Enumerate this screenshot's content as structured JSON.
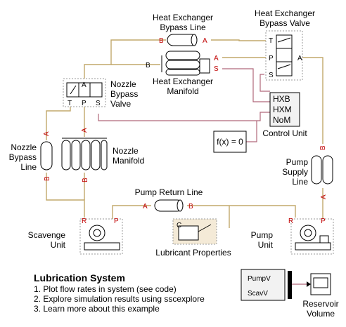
{
  "blocks": {
    "hx_bypass_line": {
      "line1": "Heat Exchanger",
      "line2": "Bypass Line",
      "portA": "A",
      "portB": "B"
    },
    "hx_bypass_valve": {
      "line1": "Heat Exchanger",
      "line2": "Bypass Valve",
      "portT": "T",
      "portP": "P",
      "portS": "S",
      "portA": "A"
    },
    "hx_manifold": {
      "line1": "Heat Exchanger",
      "line2": "Manifold",
      "portA": "A",
      "portB": "B",
      "portS": "S"
    },
    "nozzle_bypass_valve": {
      "line1": "Nozzle",
      "line2": "Bypass",
      "line3": "Valve",
      "portT": "T",
      "portP": "P",
      "portA": "A",
      "portS": "S"
    },
    "control_unit": {
      "label": "Control Unit",
      "rows": [
        "HXB",
        "HXM",
        "NoM"
      ]
    },
    "fx": {
      "label": "f(x) = 0"
    },
    "nozzle_bypass_line": {
      "line1": "Nozzle",
      "line2": "Bypass",
      "line3": "Line",
      "portA": "A",
      "portB": "B"
    },
    "nozzle_manifold": {
      "line1": "Nozzle",
      "line2": "Manifold",
      "portA": "A",
      "portB": "B"
    },
    "pump_supply_line": {
      "line1": "Pump",
      "line2": "Supply",
      "line3": "Line",
      "portA": "A",
      "portB": "B"
    },
    "pump_return_line": {
      "label": "Pump Return Line",
      "portA": "A",
      "portB": "B"
    },
    "scavenge_unit": {
      "line1": "Scavenge",
      "line2": "Unit",
      "portR": "R",
      "portP": "P"
    },
    "lubricant_properties": {
      "label": "Lubricant Properties"
    },
    "pump_unit": {
      "line1": "Pump",
      "line2": "Unit",
      "portR": "R",
      "portP": "P"
    },
    "mux": {
      "in1": "PumpV",
      "in2": "ScavV"
    },
    "reservoir": {
      "line1": "Reservoir",
      "line2": "Volume"
    }
  },
  "info": {
    "title": "Lubrication System",
    "items": [
      "1. Plot flow rates in system (see code)",
      "2. Explore simulation results using sscexplore",
      "3. Learn more about this example"
    ]
  },
  "colors": {
    "hydraulic_wire": "#c2a86b",
    "signal_wire": "#b0677a",
    "port_red": "#c00000"
  }
}
